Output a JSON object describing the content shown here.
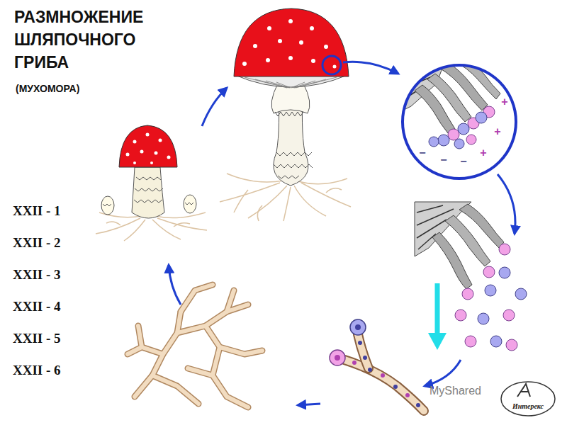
{
  "diagram": {
    "title": "РАЗМНОЖЕНИЕ ШЛЯПОЧНОГО ГРИБА",
    "labels": [
      "(МУХОМОРА)",
      "XXII - 1",
      "XXII - 2",
      "XXII - 3",
      "XXII - 4",
      "XXII - 5",
      "XXII - 6",
      "+",
      "+",
      "+",
      "−",
      "−",
      "−",
      "MyShared",
      "Интерекс"
    ]
  }
}
